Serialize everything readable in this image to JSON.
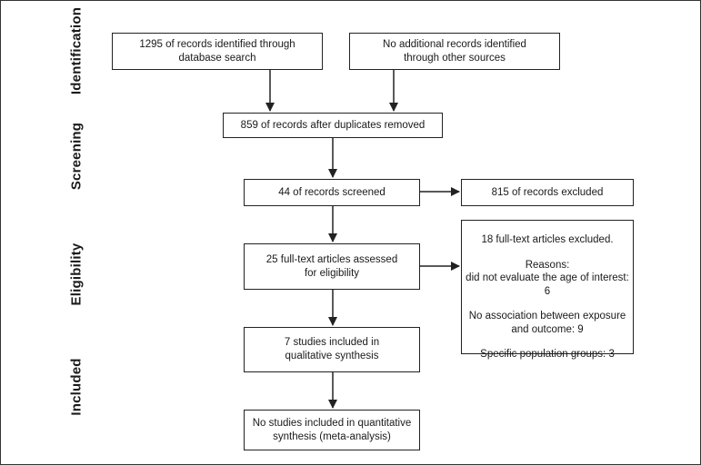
{
  "phases": {
    "identification": "Identification",
    "screening": "Screening",
    "eligibility": "Eligibility",
    "included": "Included"
  },
  "boxes": {
    "database_search": [
      "1295 of records identified through",
      "database search"
    ],
    "other_sources": [
      "No additional records identified",
      "through other sources"
    ],
    "after_duplicates": "859 of records after duplicates removed",
    "screened": "44 of records screened",
    "excluded": "815 of records excluded",
    "fulltext_assessed": [
      "25 full-text articles assessed",
      "for eligibility"
    ],
    "qualitative": [
      "7 studies included in",
      "qualitative synthesis"
    ],
    "quantitative": [
      "No studies included in quantitative",
      "synthesis (meta-analysis)"
    ],
    "fulltext_excluded": {
      "title": "18 full-text articles excluded.",
      "reasons_heading": "Reasons:",
      "reason_age": "did not evaluate the age of interest: 6",
      "reason_association": [
        "No association between exposure",
        "and outcome: 9"
      ],
      "reason_population": "Specific population groups: 3"
    }
  }
}
